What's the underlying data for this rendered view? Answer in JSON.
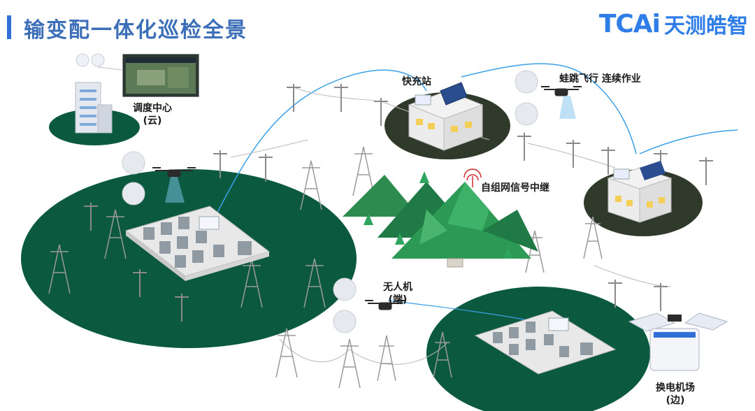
{
  "header": {
    "title": "输变配一体化巡检全景"
  },
  "logo": {
    "brand": "TCAi",
    "name": "天测皓智"
  },
  "labels": {
    "dispatch": "调度中心",
    "dispatch_sub": "(云)",
    "fast_charge": "快充站",
    "leapfrog": "蛙跳飞行 连续作业",
    "relay": "自组网信号中继",
    "drone": "无人机",
    "drone_sub": "(端)",
    "swap": "换电机场",
    "swap_sub": "(边)"
  },
  "colors": {
    "ground": "#0b5a40",
    "ground_dark": "#2f3a2a",
    "flight_path": "#3aa0e8",
    "title": "#3d6fb8",
    "accent": "#2f6fd6"
  }
}
